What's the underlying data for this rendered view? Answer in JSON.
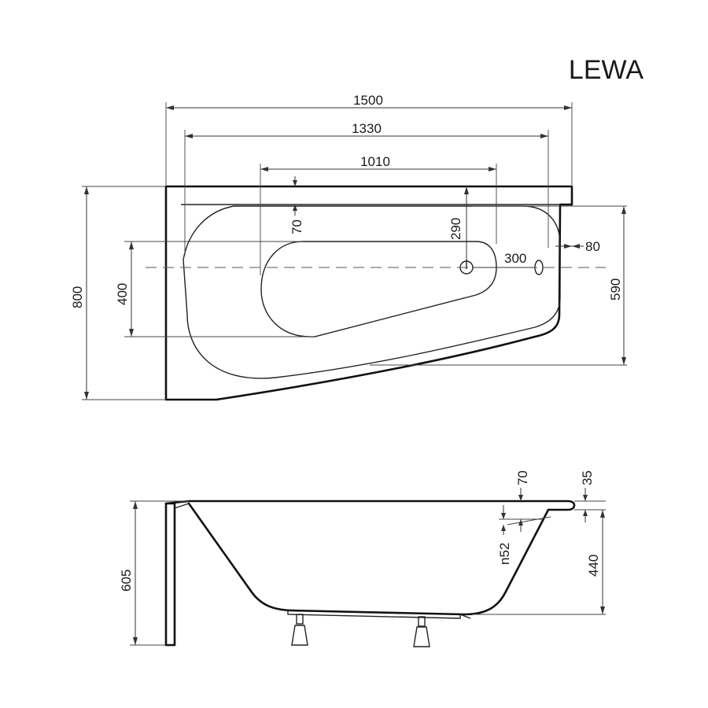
{
  "title": "LEWA",
  "top_view": {
    "overall_length": "1500",
    "inner_length": "1330",
    "bottom_length": "1010",
    "rim_offset": "70",
    "drain_depth": "290",
    "overflow_offset": "80",
    "drain_to_overflow": "300",
    "overall_width": "800",
    "bottom_width": "400",
    "inner_width": "590"
  },
  "side_view": {
    "overall_height": "605",
    "rim_depth": "70",
    "rim_thickness": "35",
    "overflow_diameter": "n52",
    "inner_depth": "440"
  }
}
